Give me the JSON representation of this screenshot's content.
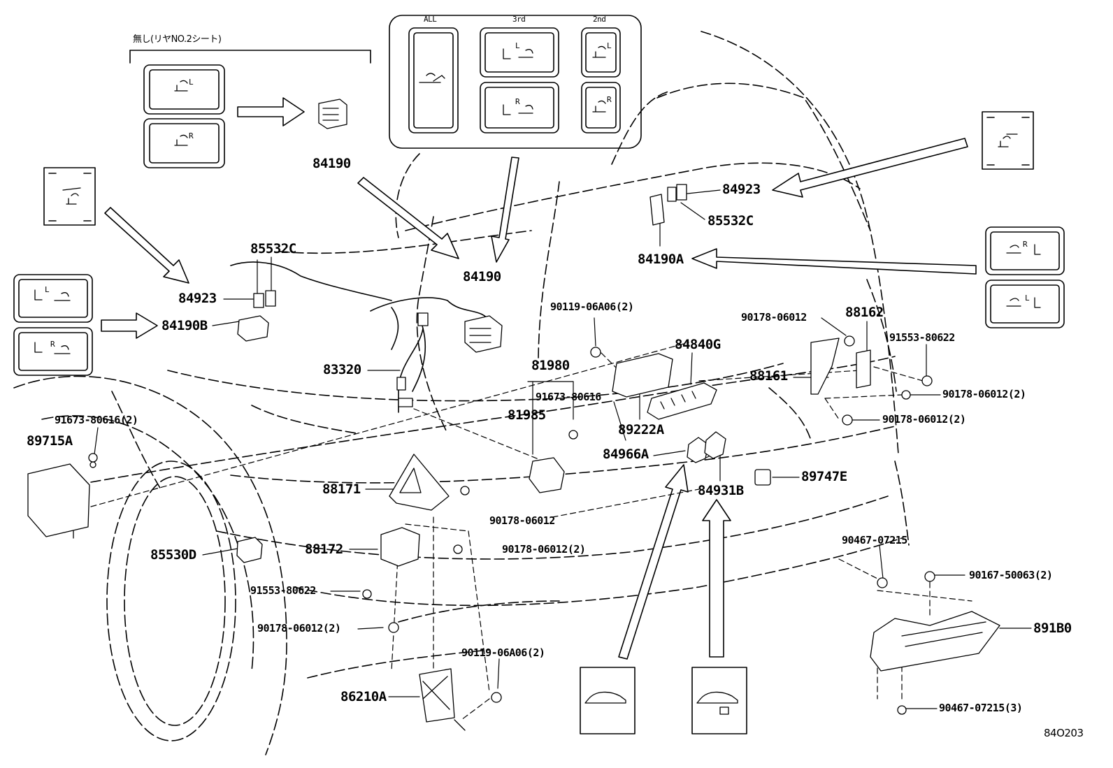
{
  "diagram_code": "84O203",
  "header_note": "無し(リヤNO.2シート)",
  "panel": {
    "all": "ALL",
    "third": "3rd",
    "second": "2nd"
  },
  "switch_letters": {
    "left": "L",
    "right": "R"
  },
  "parts": {
    "p84190_top": "84190",
    "p84190_mid": "84190",
    "p85532C_left": "85532C",
    "p84923_left": "84923",
    "p84190B": "84190B",
    "p83320": "83320",
    "p91673_80616_2": "91673-80616(2)",
    "p89715A": "89715A",
    "p85530D": "85530D",
    "p88171": "88171",
    "p88172": "88172",
    "p91553_80622_left": "91553-80622",
    "p90178_06012_2_left": "90178-06012(2)",
    "p90178_06012_2_mid": "90178-06012(2)",
    "p90178_06012_mid": "90178-06012",
    "p90119_06A06_2_bottom": "90119-06A06(2)",
    "p86210A": "86210A",
    "p81980": "81980",
    "p91673_80616": "91673-80616",
    "p81985": "81985",
    "p90119_06A06_2_top": "90119-06A06(2)",
    "p89222A": "89222A",
    "p84840G": "84840G",
    "p84966A": "84966A",
    "p84931B": "84931B",
    "p89747E": "89747E",
    "p84923_right": "84923",
    "p85532C_right": "85532C",
    "p84190A": "84190A",
    "p90178_06012_right": "90178-06012",
    "p88162": "88162",
    "p91553_80622_right": "91553-80622",
    "p88161": "88161",
    "p90178_06012_2_r1": "90178-06012(2)",
    "p90178_06012_2_r2": "90178-06012(2)",
    "p90467_07215": "90467-07215",
    "p90167_50063_2": "90167-50063(2)",
    "p891B0": "891B0",
    "p90467_07215_3": "90467-07215(3)"
  }
}
